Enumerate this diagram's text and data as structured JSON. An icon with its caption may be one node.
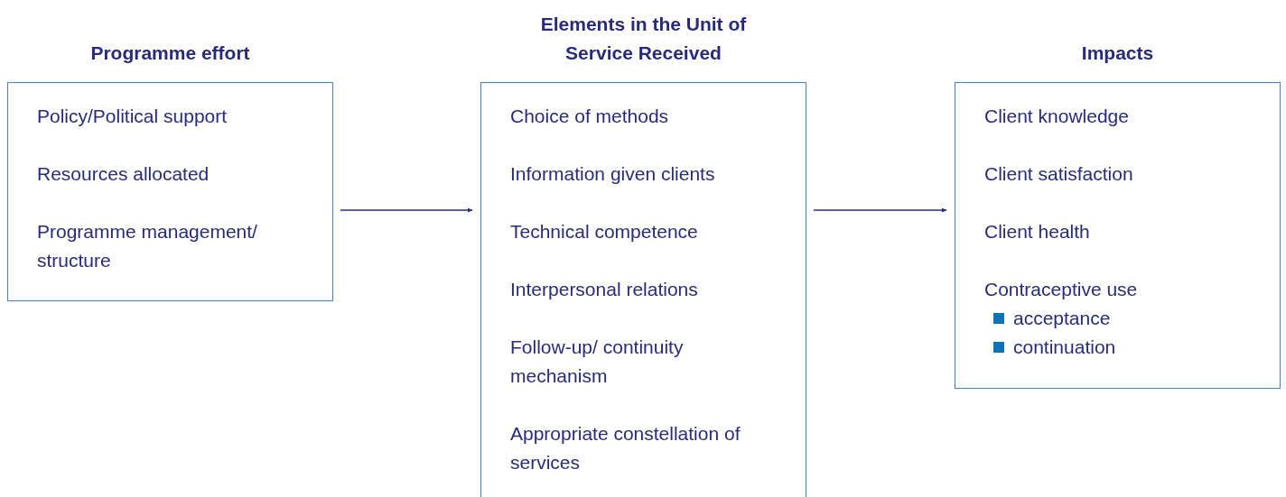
{
  "diagram": {
    "nodes": [
      {
        "text": [
          "Programme effort",
          "Policy/Political support",
          "Resources allocated",
          "Programme management/ structure"
        ]
      },
      {
        "text": [
          "Elements in the Unit of Service Received",
          "Choice of methods",
          "Information given clients",
          "Technical competence",
          "Interpersonal relations",
          "Follow-up/ continuity mechanism",
          "Appropriate constellation of services"
        ]
      },
      {
        "text": [
          "Impacts",
          "Client knowledge",
          "Client satisfaction",
          "Client health",
          "Contraceptive use",
          "acceptance",
          "continuation"
        ]
      }
    ],
    "edges": [
      {
        "from": 0,
        "to": 1,
        "arrow": "to"
      },
      {
        "from": 1,
        "to": 2,
        "arrow": "to"
      }
    ]
  }
}
